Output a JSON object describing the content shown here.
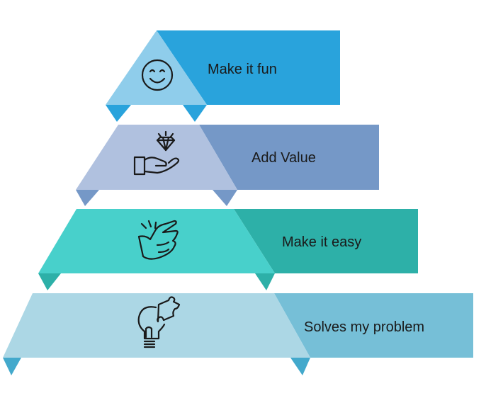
{
  "tiers": [
    {
      "label": "Make it fun",
      "icon": "smiley-face-icon",
      "colors": {
        "trapezoid": "#8fcdeb",
        "bar": "#29a3dc",
        "tab": "#29a3dc"
      }
    },
    {
      "label": "Add Value",
      "icon": "diamond-in-hand-icon",
      "colors": {
        "trapezoid": "#b0c1df",
        "bar": "#7598c7",
        "tab": "#7598c7"
      }
    },
    {
      "label": "Make it easy",
      "icon": "snapping-fingers-icon",
      "colors": {
        "trapezoid": "#48d0cb",
        "bar": "#2db0a8",
        "tab": "#2db0a8"
      }
    },
    {
      "label": "Solves my problem",
      "icon": "lightbulb-puzzle-icon",
      "colors": {
        "trapezoid": "#acd7e5",
        "bar": "#76bfd7",
        "tab": "#43a9cc"
      }
    }
  ]
}
